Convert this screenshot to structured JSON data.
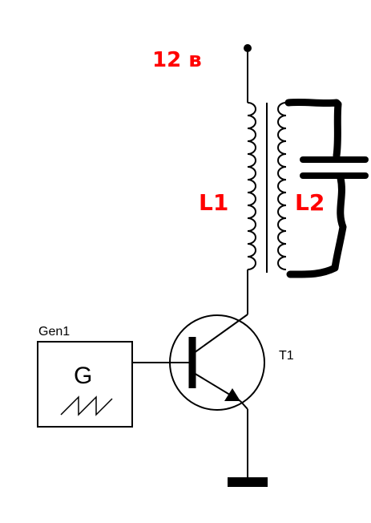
{
  "supply": {
    "label": "12 в"
  },
  "coils": {
    "primary_label": "L1",
    "secondary_label": "L2"
  },
  "generator": {
    "name": "Gen1",
    "symbol": "G",
    "waveform_icon": "sawtooth-icon"
  },
  "transistor": {
    "name": "T1",
    "type": "npn"
  },
  "colors": {
    "label_red": "#ff0000",
    "line": "#000000"
  }
}
